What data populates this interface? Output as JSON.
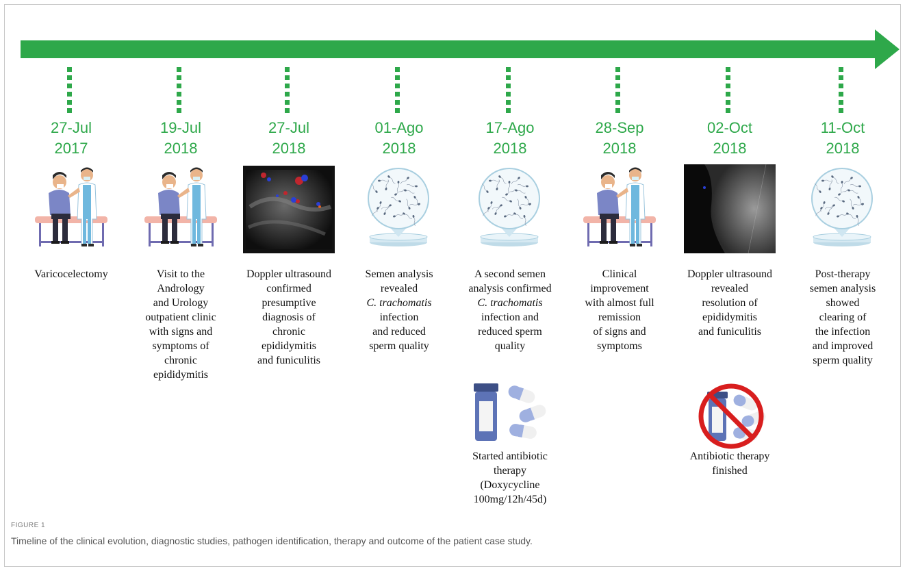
{
  "colors": {
    "accent": "#2ea84a",
    "text": "#111111",
    "caption": "#555555"
  },
  "events": [
    {
      "date": "27-Jul",
      "year": "2017",
      "illustration": "doctor-patient-icon",
      "description": [
        "Varicocelectomy"
      ]
    },
    {
      "date": "19-Jul",
      "year": "2018",
      "illustration": "doctor-patient-icon",
      "description": [
        "Visit to the",
        "Andrology",
        "and Urology",
        "outpatient clinic",
        "with signs and",
        "symptoms of",
        "chronic",
        "epididymitis"
      ]
    },
    {
      "date": "27-Jul",
      "year": "2018",
      "illustration": "doppler-ultrasound-image",
      "description": [
        "Doppler ultrasound",
        "confirmed",
        "presumptive",
        "diagnosis of",
        "chronic",
        "epididymitis",
        "and funiculitis"
      ]
    },
    {
      "date": "01-Ago",
      "year": "2018",
      "illustration": "sperm-sample-icon",
      "description_pre": [
        "Semen analysis",
        "revealed"
      ],
      "description_italic": "C. trachomatis",
      "description_post": [
        "infection",
        "and reduced",
        "sperm quality"
      ]
    },
    {
      "date": "17-Ago",
      "year": "2018",
      "illustration": "sperm-sample-icon",
      "description_pre": [
        "A second semen",
        "analysis confirmed"
      ],
      "description_italic": "C. trachomatis",
      "description_post": [
        "infection and",
        "reduced sperm",
        "quality"
      ],
      "sub_icon": "pill-bottle-icon",
      "sub_text": [
        "Started antibiotic",
        "therapy",
        "(Doxycycline",
        "100mg/12h/45d)"
      ]
    },
    {
      "date": "28-Sep",
      "year": "2018",
      "illustration": "doctor-patient-icon",
      "description": [
        "Clinical",
        "improvement",
        "with almost full",
        "remission",
        "of signs and",
        "symptoms"
      ]
    },
    {
      "date": "02-Oct",
      "year": "2018",
      "illustration": "doppler-ultrasound-image",
      "description": [
        "Doppler ultrasound",
        "revealed",
        "resolution of",
        "epididymitis",
        "and funiculitis"
      ],
      "sub_icon": "no-pills-icon",
      "sub_text": [
        "Antibiotic therapy",
        "finished"
      ]
    },
    {
      "date": "11-Oct",
      "year": "2018",
      "illustration": "sperm-sample-icon",
      "description": [
        "Post-therapy",
        "semen analysis",
        "showed",
        "clearing of",
        "the infection",
        "and improved",
        "sperm quality"
      ]
    }
  ],
  "figure": {
    "label": "FIGURE 1",
    "caption": "Timeline of the clinical evolution, diagnostic studies, pathogen identification, therapy and outcome of the patient case study."
  }
}
